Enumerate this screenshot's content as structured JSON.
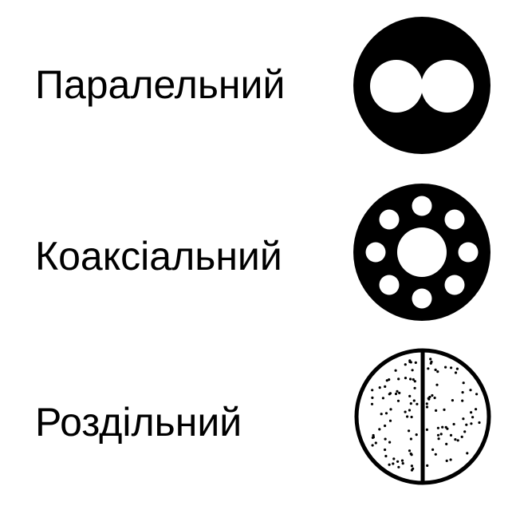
{
  "rows": [
    {
      "label": "Паралельний",
      "icon": "parallel-fiber-bundle-icon"
    },
    {
      "label": "Коаксіальний",
      "icon": "coaxial-fiber-bundle-icon"
    },
    {
      "label": "Роздільний",
      "icon": "split-random-fiber-bundle-icon"
    }
  ],
  "colors": {
    "foreground": "#000000",
    "background": "#ffffff"
  }
}
